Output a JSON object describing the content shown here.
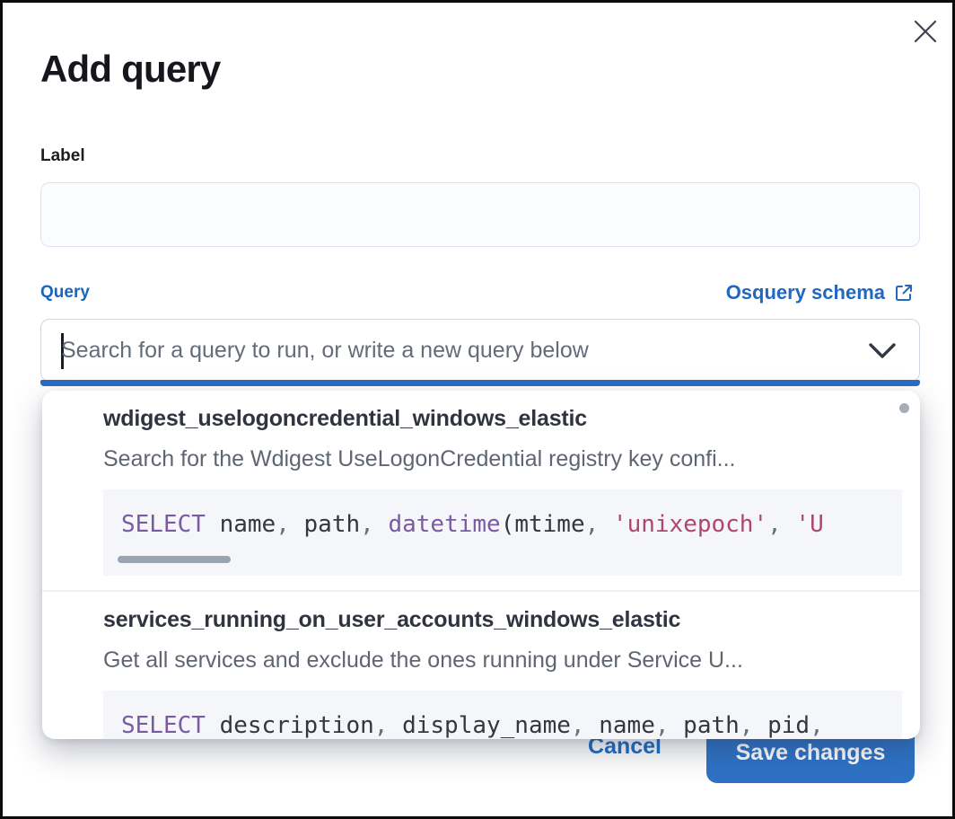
{
  "modal": {
    "title": "Add query"
  },
  "icons": {
    "close": "×",
    "chevron_down": "⌄",
    "external_link": "↗"
  },
  "form": {
    "label_field": {
      "label": "Label",
      "value": ""
    },
    "query_field": {
      "label": "Query",
      "schema_link_label": "Osquery schema",
      "placeholder": "Search for a query to run, or write a new query below",
      "value": ""
    }
  },
  "dropdown": {
    "options": [
      {
        "name": "wdigest_uselogoncredential_windows_elastic",
        "description": "Search for the Wdigest UseLogonCredential registry key confi...",
        "sql_tokens": [
          [
            "kw",
            "SELECT"
          ],
          [
            "pl",
            " name"
          ],
          [
            "pu",
            ", "
          ],
          [
            "pl",
            "path"
          ],
          [
            "pu",
            ", "
          ],
          [
            "kw",
            "datetime"
          ],
          [
            "pl",
            "(mtime"
          ],
          [
            "pu",
            ", "
          ],
          [
            "str",
            "'unixepoch'"
          ],
          [
            "pu",
            ", "
          ],
          [
            "str",
            "'U"
          ]
        ],
        "has_hscrollbar": true
      },
      {
        "name": "services_running_on_user_accounts_windows_elastic",
        "description": "Get all services and exclude the ones running under Service U...",
        "sql_tokens": [
          [
            "kw",
            "SELECT"
          ],
          [
            "pl",
            " description"
          ],
          [
            "pu",
            ", "
          ],
          [
            "pl",
            "display_name"
          ],
          [
            "pu",
            ", "
          ],
          [
            "pl",
            "name"
          ],
          [
            "pu",
            ", "
          ],
          [
            "pl",
            "path"
          ],
          [
            "pu",
            ", "
          ],
          [
            "pl",
            "pid"
          ],
          [
            "pu",
            ","
          ]
        ],
        "has_hscrollbar": false
      }
    ]
  },
  "footer": {
    "cancel_label": "Cancel",
    "save_label": "Save changes"
  },
  "colors": {
    "primary_blue": "#1d6cc4",
    "button_blue": "#2e72c5",
    "focus_underline_blue": "#2b6bc3",
    "keyword_purple": "#7b5aa2",
    "string_pink": "#b0466e",
    "text_dark": "#343741",
    "text_muted": "#5f6671",
    "code_background": "#f4f6fa"
  }
}
